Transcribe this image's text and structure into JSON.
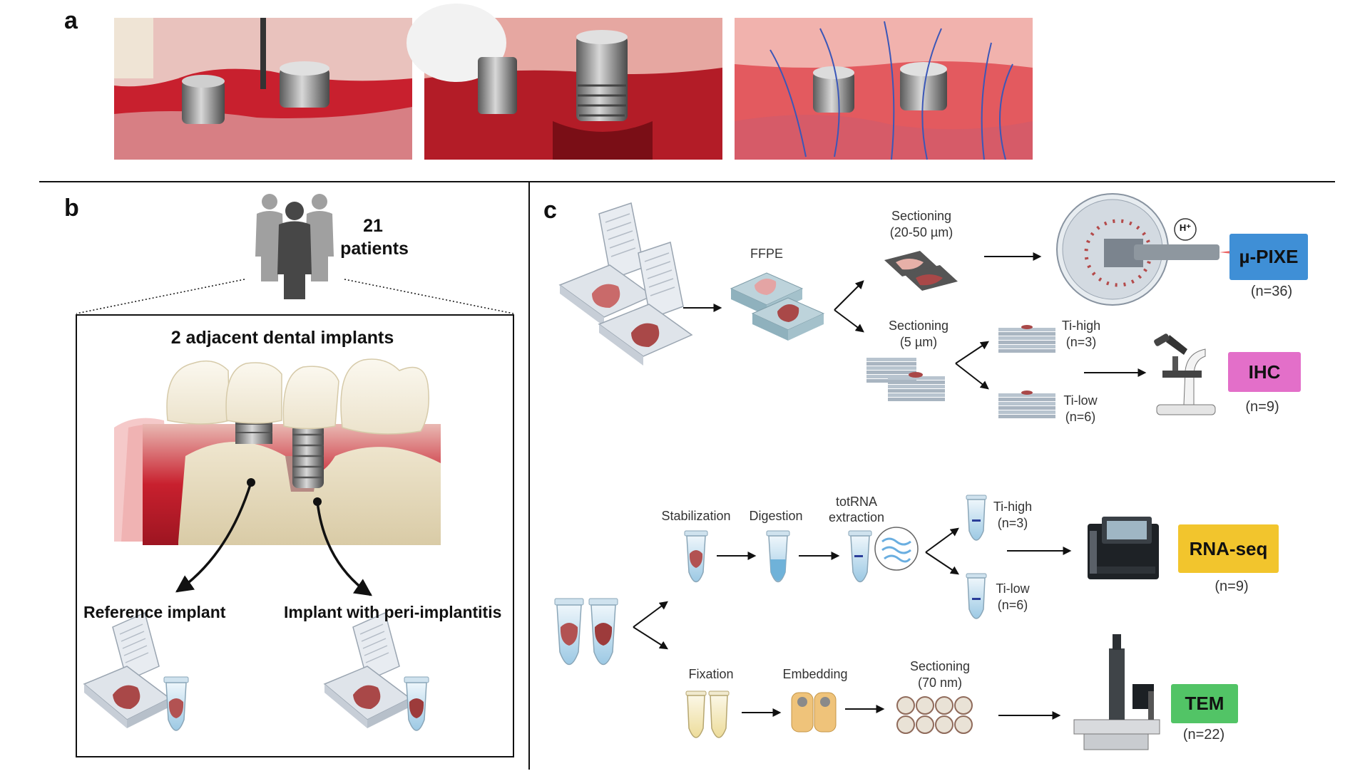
{
  "panels": {
    "a": "a",
    "b": "b",
    "c": "c"
  },
  "colors": {
    "pixe": "#3f8fd6",
    "ihc": "#e36fc9",
    "rnaseq": "#f2c52d",
    "tem": "#52c466",
    "tissue": "#a94848",
    "gum": "#c8202e",
    "bone": "#e8dcc0"
  },
  "panel_b": {
    "patient_count": "21",
    "patients_word": "patients",
    "box_title": "2 adjacent dental implants",
    "reference": "Reference implant",
    "peri": "Implant with peri-implantitis"
  },
  "panel_c": {
    "ffpe": "FFPE",
    "sec_thick_1": "Sectioning",
    "sec_thick_2": "(20-50 µm)",
    "sec_thin_1": "Sectioning",
    "sec_thin_2": "(5 µm)",
    "ti_high_1": "Ti-high",
    "ti_high_n_1": "(n=3)",
    "ti_low_1": "Ti-low",
    "ti_low_n_1": "(n=6)",
    "proton": "H⁺",
    "pixe": "µ-PIXE",
    "pixe_n": "(n=36)",
    "ihc": "IHC",
    "ihc_n": "(n=9)",
    "stabilization": "Stabilization",
    "digestion": "Digestion",
    "totrna_1": "totRNA",
    "totrna_2": "extraction",
    "ti_high_2": "Ti-high",
    "ti_high_n_2": "(n=3)",
    "ti_low_2": "Ti-low",
    "ti_low_n_2": "(n=6)",
    "rnaseq": "RNA-seq",
    "rnaseq_n": "(n=9)",
    "fixation": "Fixation",
    "embedding": "Embedding",
    "sec_ultra_1": "Sectioning",
    "sec_ultra_2": "(70 nm)",
    "tem": "TEM",
    "tem_n": "(n=22)"
  }
}
